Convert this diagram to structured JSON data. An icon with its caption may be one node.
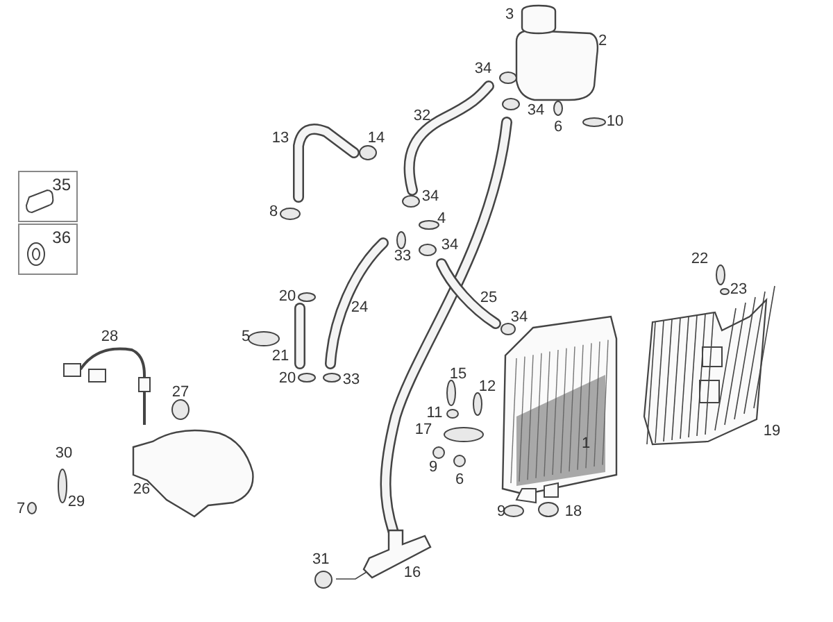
{
  "diagram": {
    "nodes": [
      {
        "text": [
          "35"
        ]
      },
      {
        "text": [
          "36"
        ]
      },
      {
        "text": [
          "31"
        ]
      },
      {
        "text": [],
        "shape": "picture"
      }
    ],
    "edges": [
      {
        "from": 2,
        "to": 3,
        "arrow": "none"
      }
    ],
    "labels": [
      "3",
      "2",
      "34",
      "34",
      "6",
      "10",
      "32",
      "13",
      "14",
      "34",
      "8",
      "4",
      "33",
      "34",
      "22",
      "23",
      "20",
      "25",
      "24",
      "34",
      "5",
      "21",
      "28",
      "27",
      "15",
      "12",
      "20",
      "33",
      "11",
      "17",
      "1",
      "19",
      "9",
      "6",
      "30",
      "26",
      "29",
      "7",
      "9",
      "18",
      "16"
    ]
  }
}
